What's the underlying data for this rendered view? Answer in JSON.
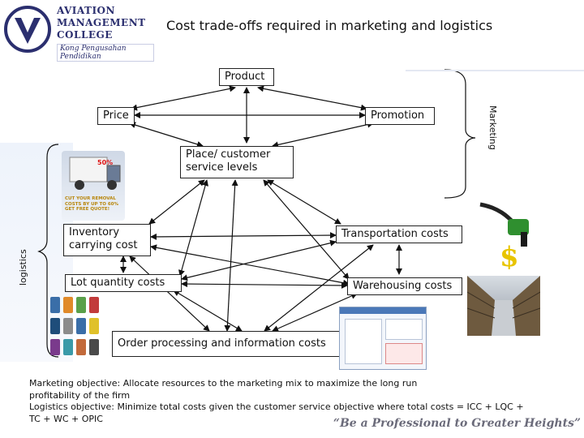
{
  "header": {
    "title": "Cost trade-offs required in marketing and logistics",
    "logo_line1": "Aviation",
    "logo_line2": "Management",
    "logo_line3": "College",
    "logo_tagline": "Kong Pengusahan Pendidikan"
  },
  "nodes": {
    "product": "Product",
    "price": "Price",
    "promotion": "Promotion",
    "place": "Place/ customer service levels",
    "inventory": "Inventory carrying cost",
    "transportation": "Transportation costs",
    "lot_quantity": "Lot quantity costs",
    "warehousing": "Warehousing costs",
    "order_processing": "Order processing and information costs"
  },
  "side_labels": {
    "marketing": "Marketing",
    "logistics": "logistics"
  },
  "truck_ad": {
    "badge": "50%",
    "text": "CUT YOUR REMOVAL COSTS BY UP TO 60% GET FREE QUOTE!"
  },
  "footer": {
    "marketing_objective": "Marketing objective: Allocate resources to the marketing mix to maximize the long run profitability of the firm",
    "logistics_objective": "Logistics objective: Minimize total costs given the customer service objective where total costs = ICC + LQC + TC + WC + OPIC",
    "motto": "“Be a Professional to Greater Heights”"
  },
  "colors": {
    "brand": "#2b2f6f",
    "line": "#111111"
  }
}
